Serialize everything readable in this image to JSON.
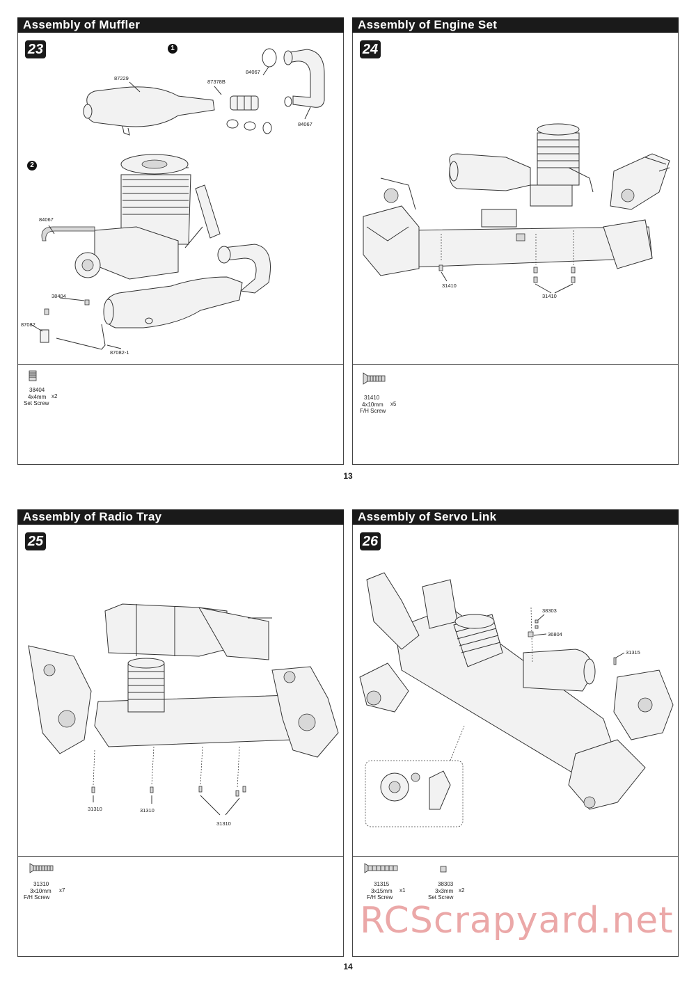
{
  "page_top": {
    "page_number": "13",
    "panels": [
      {
        "title": "Assembly of Muffler",
        "step": "23",
        "substeps": [
          "1",
          "2"
        ],
        "callouts": [
          "87229",
          "87378B",
          "84067",
          "84067",
          "84067",
          "38404",
          "87082",
          "87082-1"
        ],
        "parts": [
          {
            "code": "38404",
            "size": "4x4mm",
            "name": "Set Screw",
            "qty": "x2"
          }
        ]
      },
      {
        "title": "Assembly of Engine Set",
        "step": "24",
        "callouts": [
          "31410",
          "31410"
        ],
        "parts": [
          {
            "code": "31410",
            "size": "4x10mm",
            "name": "F/H Screw",
            "qty": "x5"
          }
        ]
      }
    ]
  },
  "page_bottom": {
    "page_number": "14",
    "panels": [
      {
        "title": "Assembly of Radio Tray",
        "step": "25",
        "callouts": [
          "31310",
          "31310",
          "31310"
        ],
        "parts": [
          {
            "code": "31310",
            "size": "3x10mm",
            "name": "F/H Screw",
            "qty": "x7"
          }
        ]
      },
      {
        "title": "Assembly of Servo Link",
        "step": "26",
        "callouts": [
          "38303",
          "36804",
          "31315"
        ],
        "parts": [
          {
            "code": "31315",
            "size": "3x15mm",
            "name": "F/H Screw",
            "qty": "x1"
          },
          {
            "code": "38303",
            "size": "3x3mm",
            "name": "Set Screw",
            "qty": "x2"
          }
        ]
      }
    ]
  },
  "watermark": "RCScrapyard.net"
}
